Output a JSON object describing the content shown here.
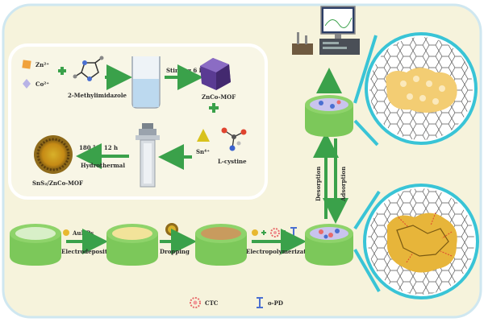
{
  "labels": {
    "zn": "Zn²⁺",
    "co": "Co²⁺",
    "methylimidazole": "2-Methylimidazole",
    "stirring": "Stirring 6 h",
    "zncomof": "ZnCo-MOF",
    "sn": "Sn⁴⁺",
    "lcystine": "L-cystine",
    "temp": "180 °C, 12 h",
    "hydrothermal": "Hydrothermal",
    "sns2": "SnS₂/ZnCo-MOF",
    "aunps": "AuNPs",
    "electrodeposition": "Electrodeposition",
    "dropping": "Dropping",
    "electropolymerization": "Electropolymerization",
    "desorption": "Desorption",
    "adsorption": "Adsorption",
    "legend_ctc": "CTC",
    "legend_opd": "o-PD"
  },
  "colors": {
    "panel": "#f6f3dc",
    "outline": "#cfe7f0",
    "arrow": "#3aa14a",
    "electrode_green": "#8ed36a",
    "teal_ring": "#39c4d6",
    "mof_purple": "#6a4aa0",
    "gold": "#e8b830"
  }
}
